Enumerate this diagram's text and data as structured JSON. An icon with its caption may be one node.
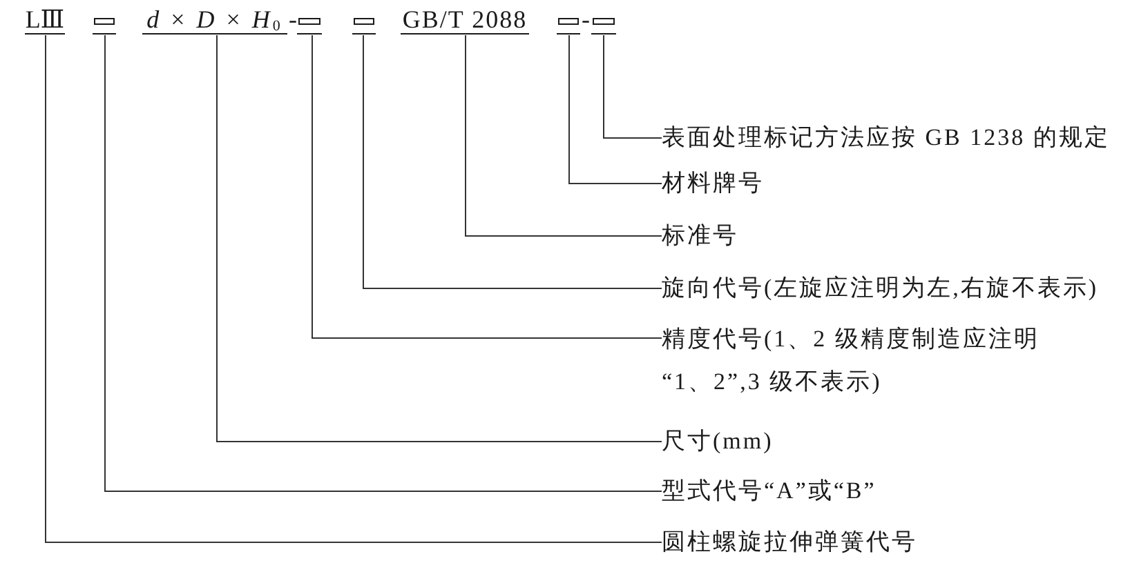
{
  "diagram": {
    "nodes": [
      {
        "text": [
          "LⅢ"
        ]
      },
      {
        "text": [],
        "shape": "box"
      },
      {
        "text": [
          "*d* × *D* × *H*$_{0}$"
        ]
      },
      {
        "text": [],
        "shape": "box"
      },
      {
        "text": [],
        "shape": "box"
      },
      {
        "text": [
          "GB/T 2088"
        ]
      },
      {
        "text": [],
        "shape": "box"
      },
      {
        "text": [],
        "shape": "box"
      },
      {
        "text": [
          "表面处理标记方法应按 GB 1238 的规定"
        ]
      },
      {
        "text": [
          "材料牌号"
        ]
      },
      {
        "text": [
          "标准号"
        ]
      },
      {
        "text": [
          "旋向代号(左旋应注明为左,右旋不表示)"
        ]
      },
      {
        "text": [
          "精度代号(1、2 级精度制造应注明“1、2”,3 级不表示)"
        ]
      },
      {
        "text": [
          "尺寸(mm)"
        ]
      },
      {
        "text": [
          "型式代号“A”或“B”"
        ]
      },
      {
        "text": [
          "圆柱螺旋拉伸弹簧代号"
        ]
      }
    ],
    "edges": [
      {
        "from": 7,
        "to": 8,
        "arrow": "none"
      },
      {
        "from": 6,
        "to": 9,
        "arrow": "none"
      },
      {
        "from": 5,
        "to": 10,
        "arrow": "none"
      },
      {
        "from": 4,
        "to": 11,
        "arrow": "none"
      },
      {
        "from": 3,
        "to": 12,
        "arrow": "none"
      },
      {
        "from": 2,
        "to": 13,
        "arrow": "none"
      },
      {
        "from": 1,
        "to": 14,
        "arrow": "none"
      },
      {
        "from": 0,
        "to": 15,
        "arrow": "none"
      }
    ],
    "labels": [
      "-",
      "-"
    ]
  }
}
